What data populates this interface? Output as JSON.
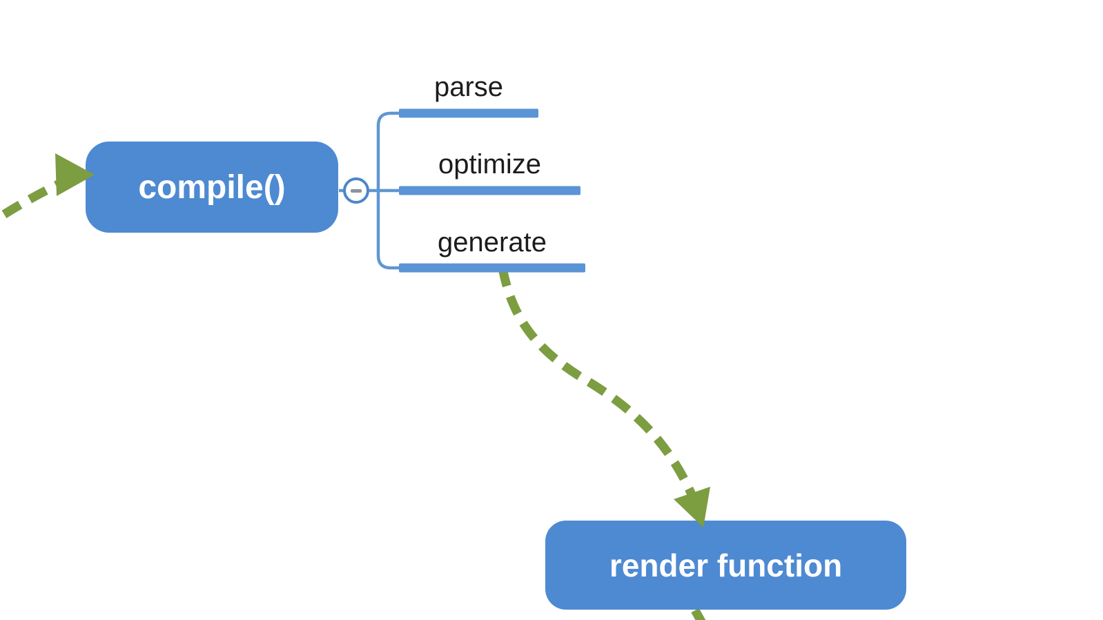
{
  "diagram": {
    "type": "mindmap-flow",
    "nodes": {
      "compile": {
        "label": "compile()"
      },
      "render": {
        "label": "render function"
      }
    },
    "branches": [
      {
        "label": "parse"
      },
      {
        "label": "optimize"
      },
      {
        "label": "generate"
      }
    ],
    "expander": {
      "icon": "minus-icon",
      "state": "expanded"
    },
    "edges": [
      {
        "from": "offscreen-left",
        "to": "compile",
        "style": "dashed-arrow"
      },
      {
        "from": "generate",
        "to": "render",
        "style": "dashed-arrow"
      },
      {
        "from": "render",
        "to": "offscreen-bottom",
        "style": "dashed-line"
      }
    ],
    "colors": {
      "node_fill": "#4e8ad2",
      "node_text": "#ffffff",
      "branch_bar": "#5b94d6",
      "bracket_line": "#6096d2",
      "arrow_green": "#7d9d41",
      "label_text": "#1c1c1c",
      "expander_stroke": "#4d86c8",
      "expander_minus": "#8b92a0",
      "canvas_bg": "#ffffff"
    }
  }
}
